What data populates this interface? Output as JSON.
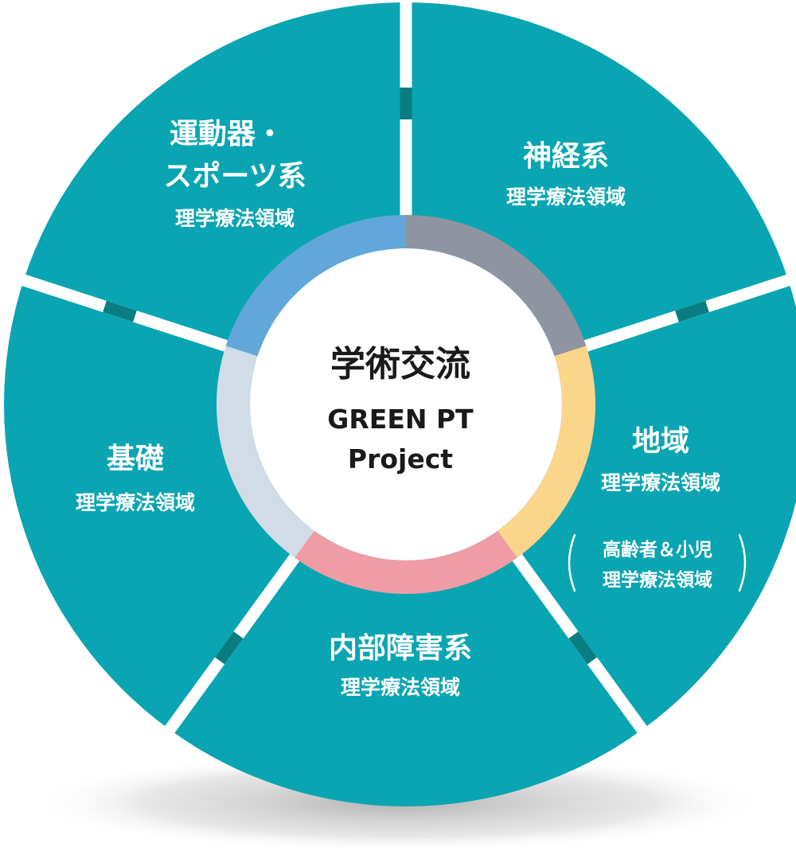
{
  "center": {
    "title": "学術交流",
    "subtitle_line1": "GREEN PT",
    "subtitle_line2": "Project"
  },
  "segments": [
    {
      "key": "undouki",
      "title_line1": "運動器・",
      "title_line2": "スポーツ系",
      "subtitle": "理学療法領域",
      "ring_color": "#62a7d9"
    },
    {
      "key": "shinkei",
      "title_line1": "神経系",
      "subtitle": "理学療法領域",
      "ring_color": "#8f95a0"
    },
    {
      "key": "chiiki",
      "title_line1": "地域",
      "subtitle": "理学療法領域",
      "note_line1": "高齢者＆小児",
      "note_line2": "理学療法領域",
      "ring_color": "#fbd58a"
    },
    {
      "key": "naibu",
      "title_line1": "内部障害系",
      "subtitle": "理学療法領域",
      "ring_color": "#ef9ca4"
    },
    {
      "key": "kiso",
      "title_line1": "基礎",
      "subtitle": "理学療法領域",
      "ring_color": "#d1dce6"
    }
  ],
  "colors": {
    "segment_fill": "#0aa5b2",
    "segment_accent": "#0a7d82",
    "divider": "#ffffff",
    "center_fill": "#ffffff",
    "shadow": "#a8a8a8"
  }
}
